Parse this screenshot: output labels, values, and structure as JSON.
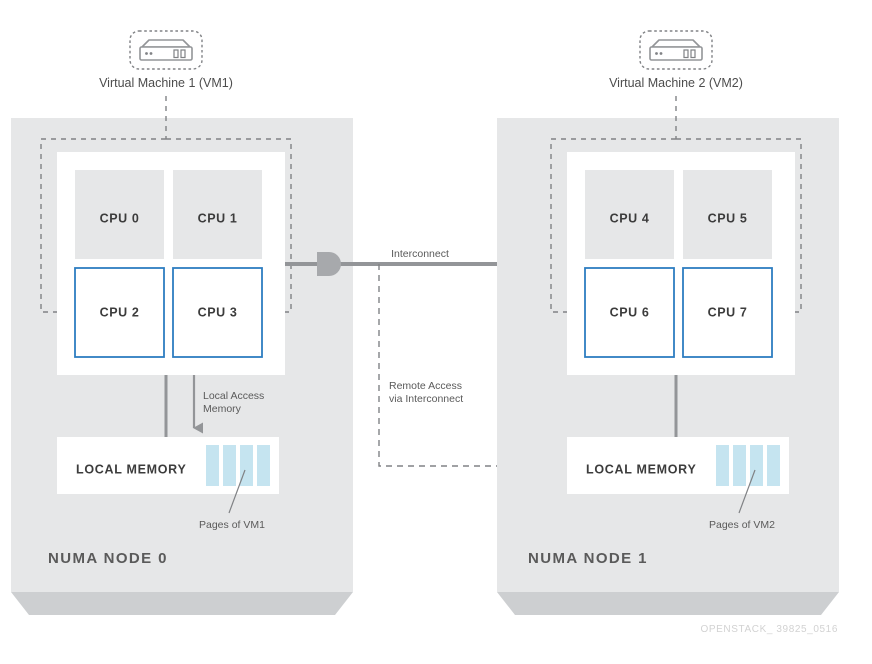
{
  "figure": {
    "watermark": "OPENSTACK_ 39825_0516",
    "interconnect_label": "Interconnect",
    "remote_access_label_line1": "Remote Access",
    "remote_access_label_line2": "via Interconnect"
  },
  "colors": {
    "node_panel": "#e6e7e8",
    "node_base": "#cdcfd1",
    "cpu_inactive": "#e6e7e8",
    "cpu_active_border": "#2d7dc1",
    "cpu_active_fill": "#ffffff",
    "memory_box": "#ffffff",
    "memory_pages": "#c5e4f0",
    "line_gray": "#939598",
    "dashed_gray": "#808285",
    "text_dark": "#3c3c3c",
    "text_mid": "#5a5a5a",
    "watermark": "#d2d2d2",
    "page_background": "#ffffff"
  },
  "nodes": [
    {
      "id": "numa-node-0",
      "title": "NUMA NODE 0",
      "vm": {
        "label": "Virtual Machine 1 (VM1)",
        "icon": "server-icon"
      },
      "cpus": [
        {
          "label": "CPU 0",
          "assigned": false
        },
        {
          "label": "CPU 1",
          "assigned": false
        },
        {
          "label": "CPU 2",
          "assigned": true
        },
        {
          "label": "CPU 3",
          "assigned": true
        }
      ],
      "memory": {
        "label": "LOCAL MEMORY",
        "pages_label": "Pages of VM1",
        "page_count": 4
      },
      "access_annotation_line1": "Local Access",
      "access_annotation_line2": "Memory"
    },
    {
      "id": "numa-node-1",
      "title": "NUMA NODE 1",
      "vm": {
        "label": "Virtual Machine 2 (VM2)",
        "icon": "server-icon"
      },
      "cpus": [
        {
          "label": "CPU 4",
          "assigned": false
        },
        {
          "label": "CPU 5",
          "assigned": false
        },
        {
          "label": "CPU 6",
          "assigned": true
        },
        {
          "label": "CPU 7",
          "assigned": true
        }
      ],
      "memory": {
        "label": "LOCAL MEMORY",
        "pages_label": "Pages of VM2",
        "page_count": 4
      },
      "access_annotation_line1": "",
      "access_annotation_line2": ""
    }
  ]
}
